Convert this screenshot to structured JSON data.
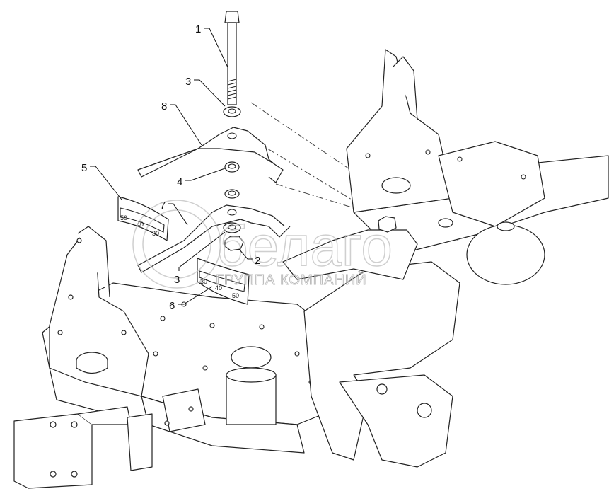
{
  "callouts": [
    {
      "id": "callout-1",
      "label": "1"
    },
    {
      "id": "callout-3-top",
      "label": "3"
    },
    {
      "id": "callout-8",
      "label": "8"
    },
    {
      "id": "callout-4",
      "label": "4"
    },
    {
      "id": "callout-5",
      "label": "5"
    },
    {
      "id": "callout-7",
      "label": "7"
    },
    {
      "id": "callout-2",
      "label": "2"
    },
    {
      "id": "callout-3-bottom",
      "label": "3"
    },
    {
      "id": "callout-6",
      "label": "6"
    }
  ],
  "scale_plate_5": [
    "50",
    "40",
    "30"
  ],
  "scale_plate_6": [
    "30",
    "40",
    "50"
  ],
  "watermark": {
    "logo": "белаго",
    "subtitle": "ГРУППА КОМПАНИЙ"
  }
}
